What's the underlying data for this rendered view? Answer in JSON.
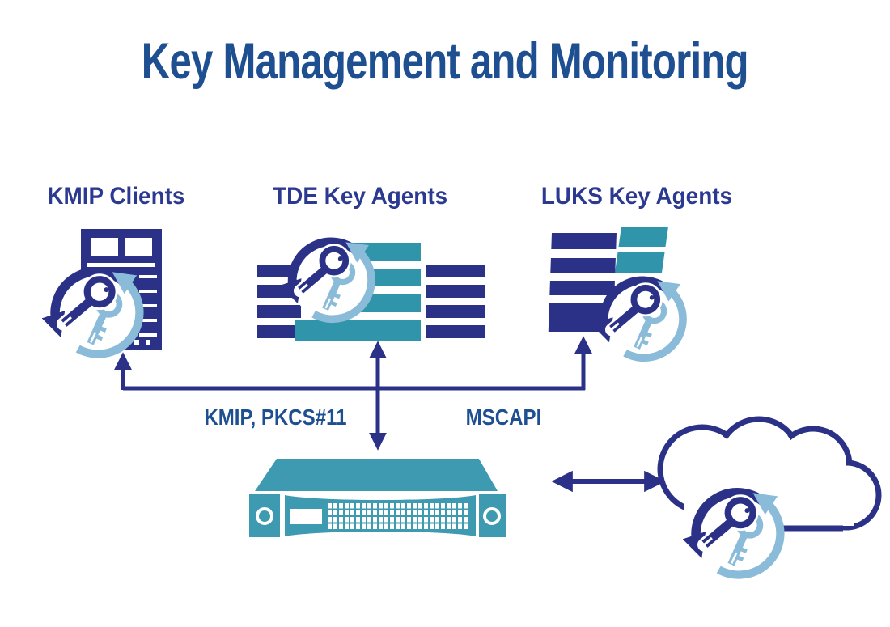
{
  "title": "Key Management and Monitoring",
  "labels": {
    "kmip_clients": "KMIP Clients",
    "tde_key_agents": "TDE Key Agents",
    "luks_key_agents": "LUKS Key Agents",
    "protocol_left": "KMIP, PKCS#11",
    "protocol_right": "MSCAPI"
  },
  "icons": {
    "kmip_clients": "server-tower-icon",
    "tde_key_agents": "storage-stack-icon",
    "luks_key_agents": "disk-stack-icon",
    "key_logo": "key-rotation-icon",
    "appliance": "key-manager-appliance-icon",
    "cloud": "cloud-icon",
    "bus": "protocol-bus-arrows",
    "cloud_link": "cloud-sync-double-arrow"
  },
  "colors": {
    "navy": "#2A3187",
    "label_navy": "#2B3990",
    "title_blue": "#1D4F91",
    "teal": "#3095AB",
    "appliance_teal": "#3D9AB1",
    "light_blue": "#8ABBD8",
    "bg": "#FFFFFF"
  }
}
